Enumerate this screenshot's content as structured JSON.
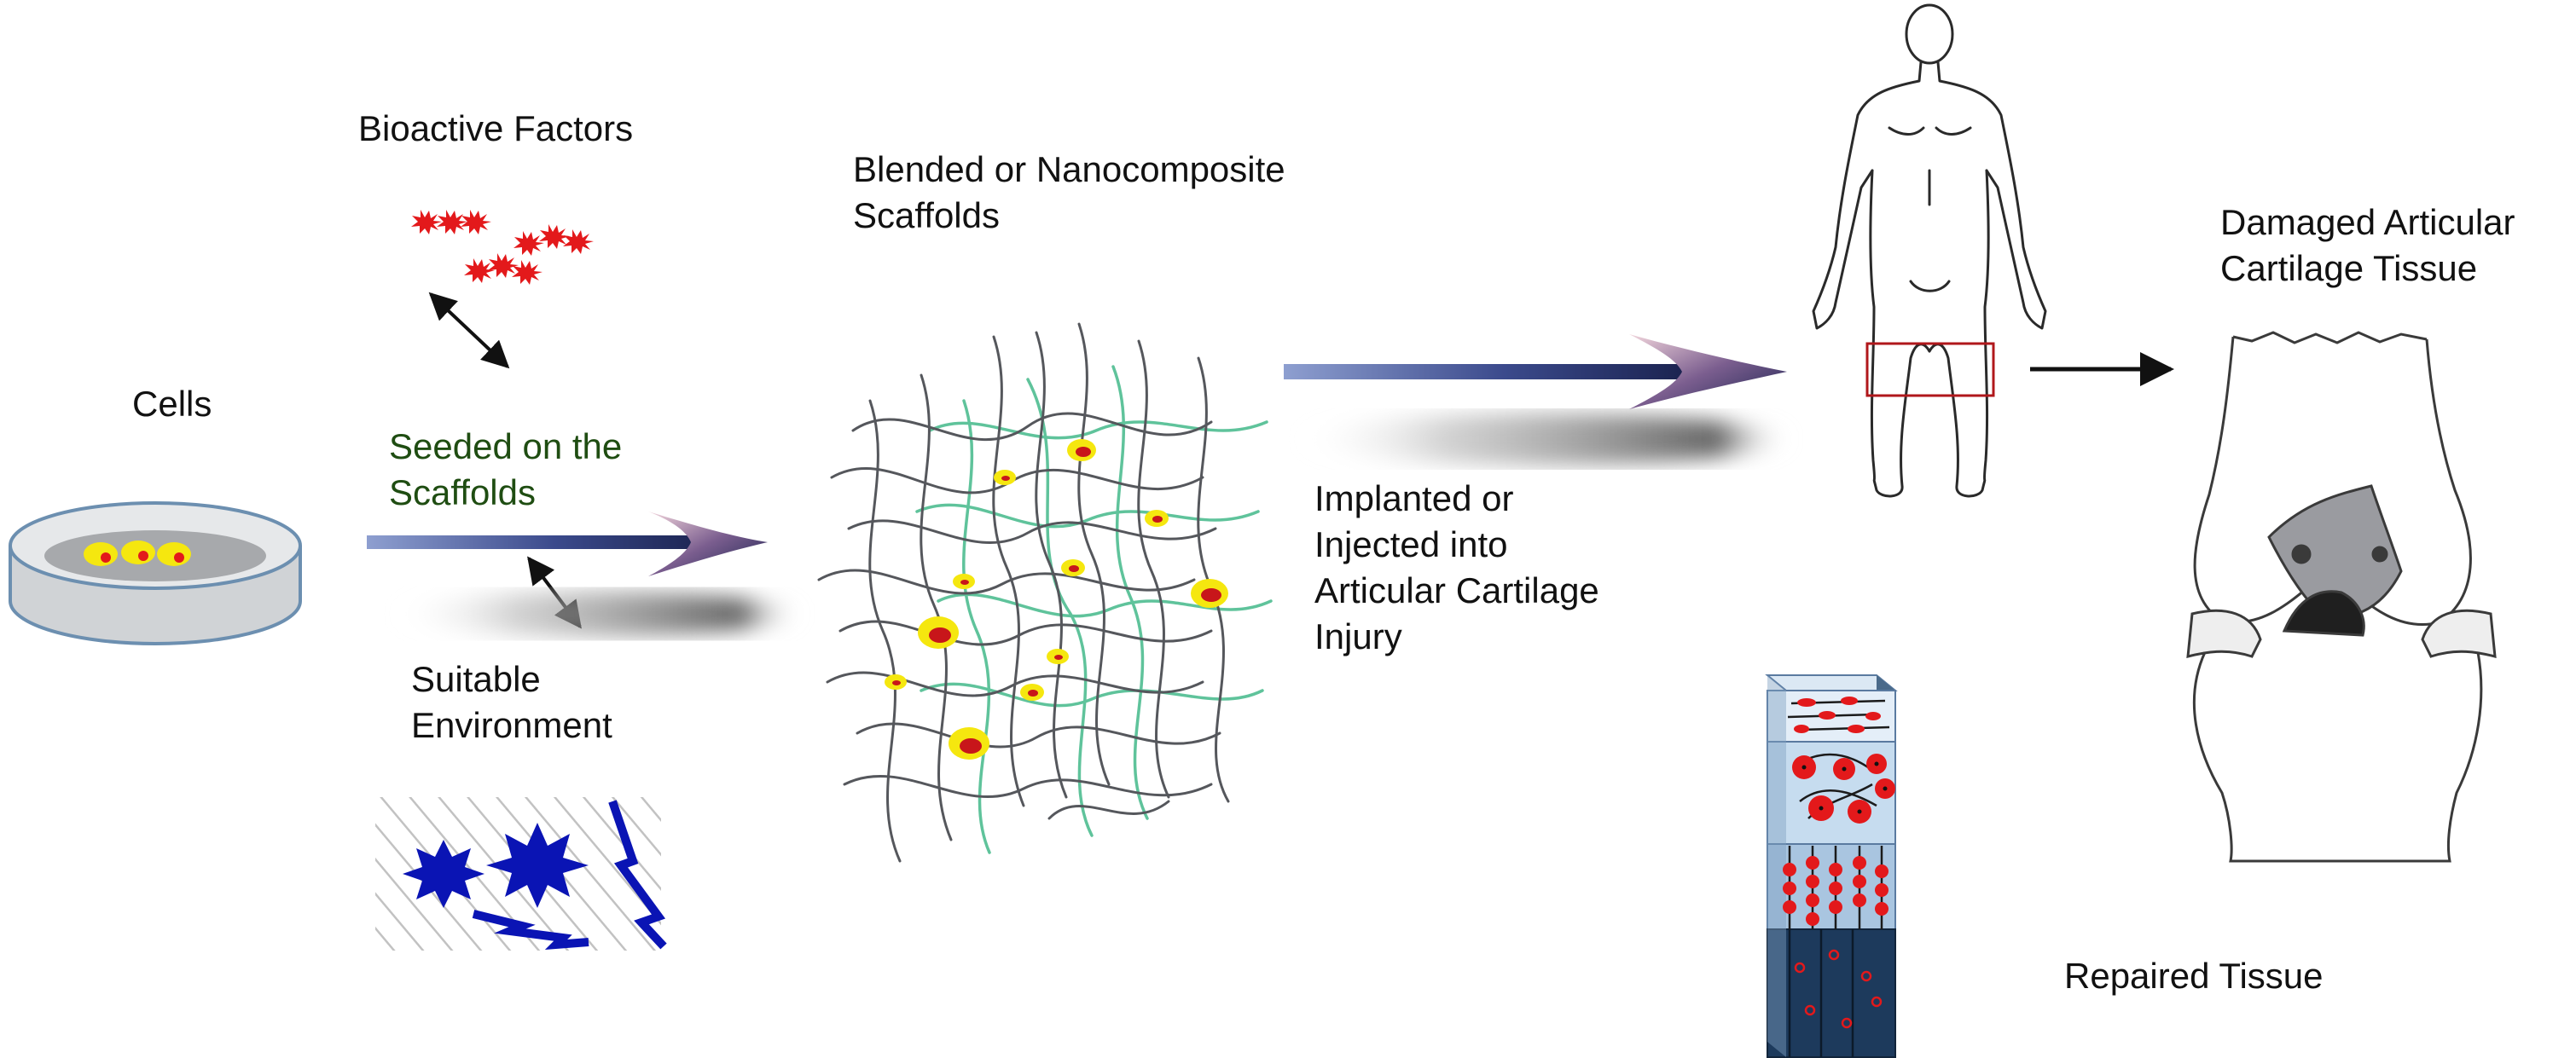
{
  "labels": {
    "bioactive_factors": "Bioactive Factors",
    "cells": "Cells",
    "seeded": "Seeded on the\nScaffolds",
    "suitable_environment": "Suitable\nEnvironment",
    "scaffolds": "Blended or Nanocomposite\nScaffolds",
    "implanted": "Implanted or\nInjected into\nArticular Cartilage\nInjury",
    "damaged": "Damaged Articular\nCartilage Tissue",
    "repaired": "Repaired Tissue"
  },
  "colors": {
    "arrow_blue": "#3b4a8c",
    "factor_red": "#e3191b",
    "seeded_text": "#1f4d12",
    "environment_blue": "#0a14b4",
    "fiber_green": "#5fc39b",
    "fiber_gray": "#55575c",
    "cell_yellow": "#f5e70f",
    "tissue_dark": "#1d3a5c",
    "tissue_light": "#bcd6ec",
    "body_box": "#b0171b"
  },
  "icons": {
    "dish": "petri-dish-icon",
    "human": "human-body-icon",
    "knee": "knee-joint-icon",
    "tissue": "tissue-block-icon"
  }
}
